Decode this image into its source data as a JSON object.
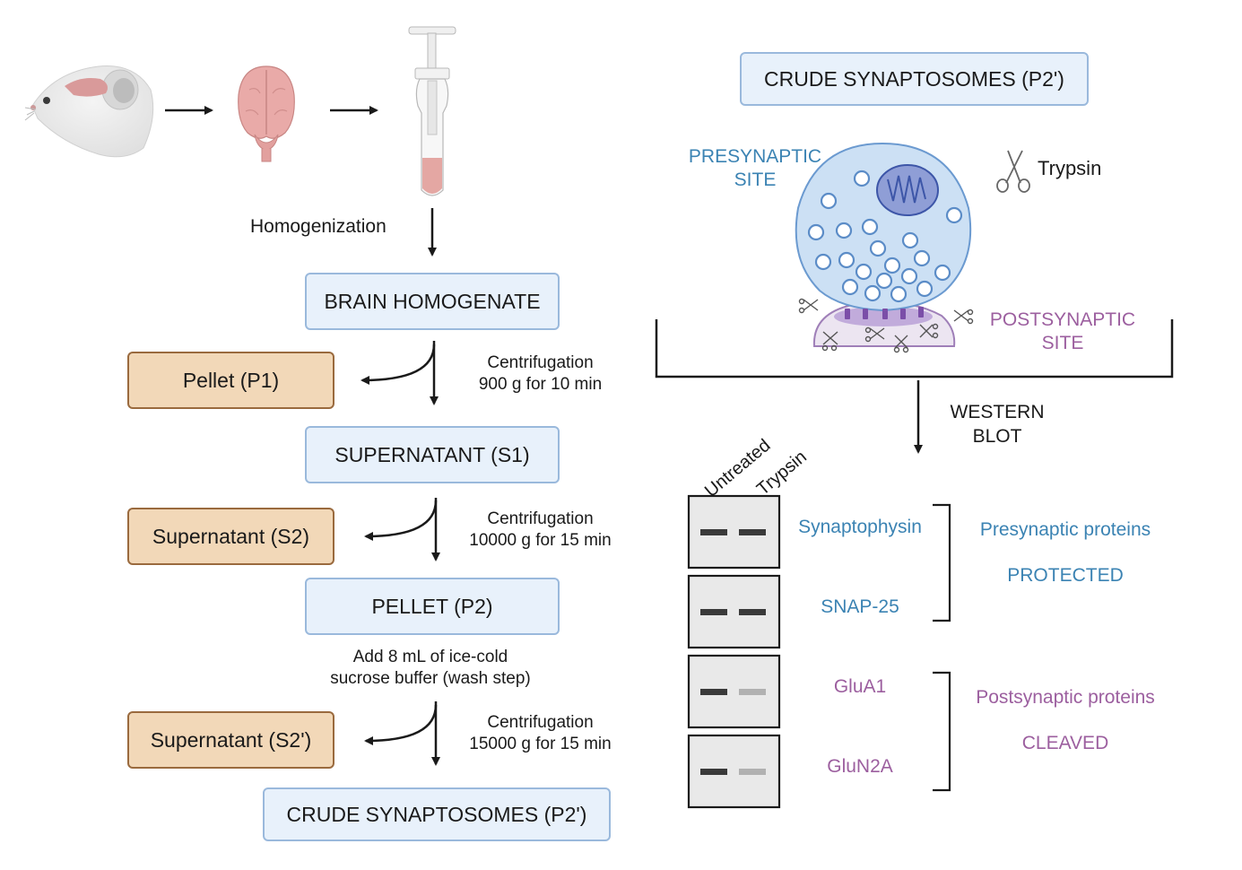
{
  "left_flow": {
    "homogenization_label": "Homogenization",
    "boxes": {
      "brain_homogenate": "BRAIN HOMOGENATE",
      "supernatant_s1": "SUPERNATANT (S1)",
      "pellet_p2": "PELLET (P2)",
      "crude_synaptosomes": "CRUDE SYNAPTOSOMES (P2')"
    },
    "side_boxes": {
      "pellet_p1": "Pellet (P1)",
      "supernatant_s2": "Supernatant (S2)",
      "supernatant_s2_prime": "Supernatant (S2')"
    },
    "steps": [
      {
        "line1": "Centrifugation",
        "line2": "900 g for 10 min"
      },
      {
        "line1": "Centrifugation",
        "line2": "10000 g for 15 min"
      },
      {
        "line1": "Centrifugation",
        "line2": "15000 g for 15 min"
      }
    ],
    "wash_step": {
      "line1": "Add 8 mL of ice-cold",
      "line2": "sucrose buffer (wash step)"
    }
  },
  "right_panel": {
    "title_box": "CRUDE SYNAPTOSOMES (P2')",
    "presynaptic_label": {
      "line1": "PRESYNAPTIC",
      "line2": "SITE"
    },
    "postsynaptic_label": {
      "line1": "POSTSYNAPTIC",
      "line2": "SITE"
    },
    "trypsin_label": "Trypsin",
    "western_blot_label": {
      "line1": "WESTERN",
      "line2": "BLOT"
    },
    "lane_labels": [
      "Untreated",
      "Trypsin"
    ],
    "blots": [
      {
        "protein": "Synaptophysin",
        "group": "pre",
        "untreated_intensity": 1.0,
        "trypsin_intensity": 1.0
      },
      {
        "protein": "SNAP-25",
        "group": "pre",
        "untreated_intensity": 1.0,
        "trypsin_intensity": 1.0
      },
      {
        "protein": "GluA1",
        "group": "post",
        "untreated_intensity": 1.0,
        "trypsin_intensity": 0.25
      },
      {
        "protein": "GluN2A",
        "group": "post",
        "untreated_intensity": 1.0,
        "trypsin_intensity": 0.25
      }
    ],
    "groups": {
      "pre": {
        "title": "Presynaptic proteins",
        "status": "PROTECTED"
      },
      "post": {
        "title": "Postsynaptic proteins",
        "status": "CLEAVED"
      }
    }
  },
  "colors": {
    "blue_text": "#3b83b3",
    "purple_text": "#9c5f9f",
    "blue_box_fill": "#e8f1fb",
    "blue_box_border": "#9ab9dc",
    "tan_box_fill": "#f2d8b8",
    "tan_box_border": "#9a6a3e"
  }
}
